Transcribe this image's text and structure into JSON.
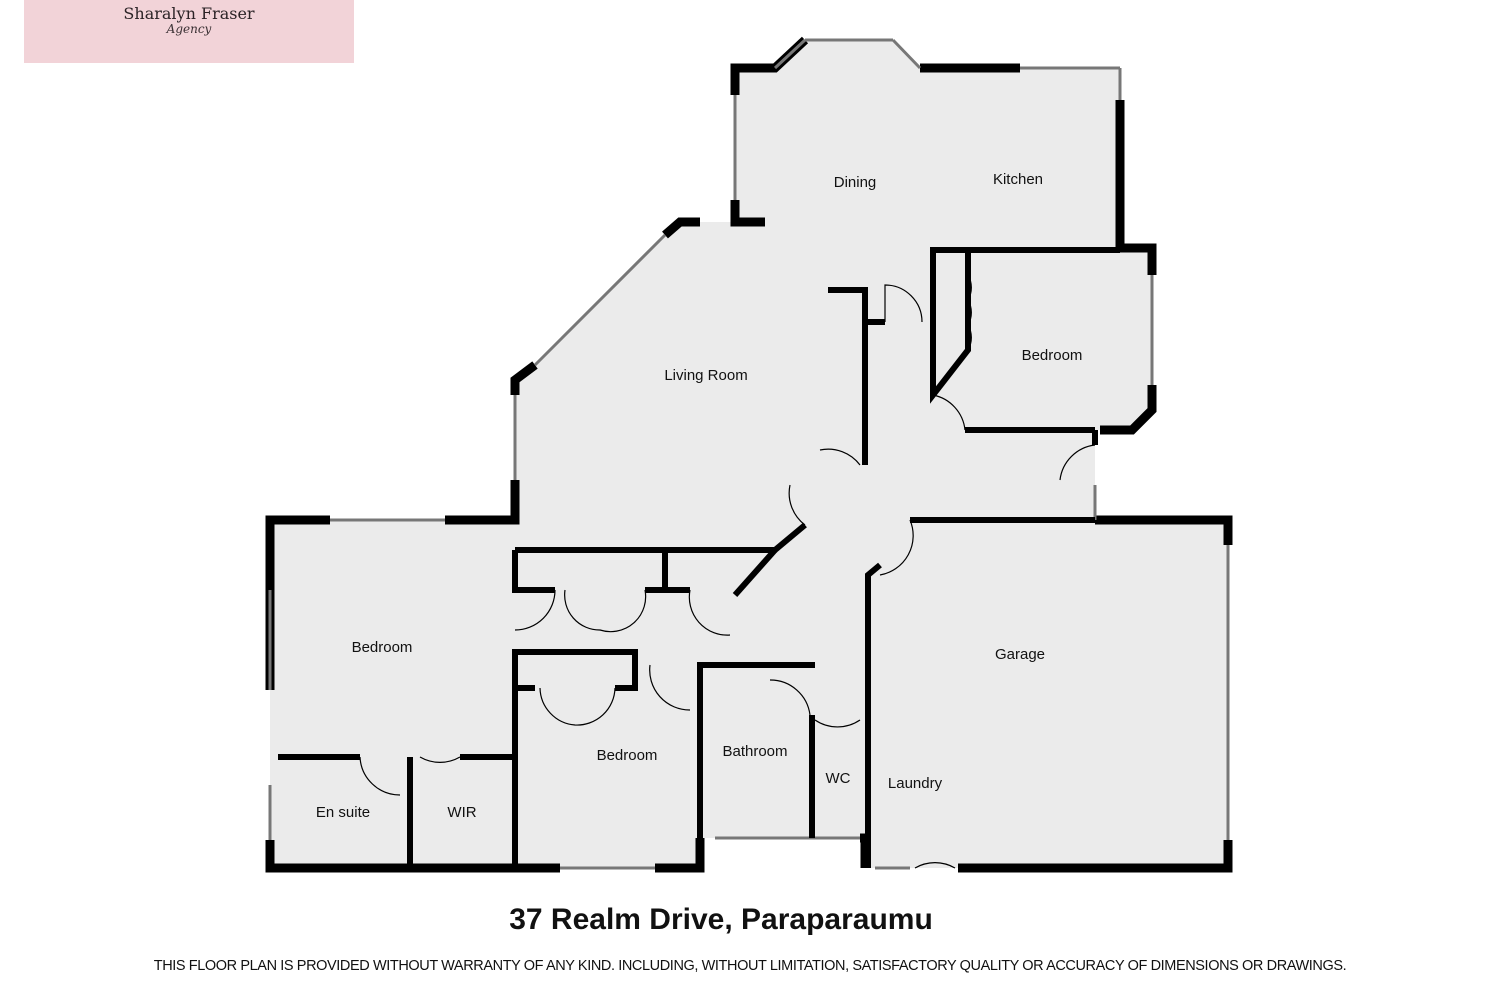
{
  "logo": {
    "name": "Sharalyn Fraser",
    "subtitle": "Agency",
    "background": "#f2d3d8"
  },
  "rooms": {
    "dining": "Dining",
    "kitchen": "Kitchen",
    "bedroom_top_right": "Bedroom",
    "living_room": "Living Room",
    "bedroom_left": "Bedroom",
    "bedroom_middle": "Bedroom",
    "bathroom": "Bathroom",
    "wc": "WC",
    "laundry": "Laundry",
    "garage": "Garage",
    "en_suite": "En suite",
    "wir": "WIR"
  },
  "title": "37 Realm Drive, Paraparaumu",
  "disclaimer": "THIS FLOOR PLAN IS PROVIDED WITHOUT WARRANTY OF ANY KIND. INCLUDING, WITHOUT LIMITATION,  SATISFACTORY QUALITY OR ACCURACY OF DIMENSIONS OR DRAWINGS.",
  "colors": {
    "floor": "#ebebeb",
    "wall": "#000000"
  }
}
